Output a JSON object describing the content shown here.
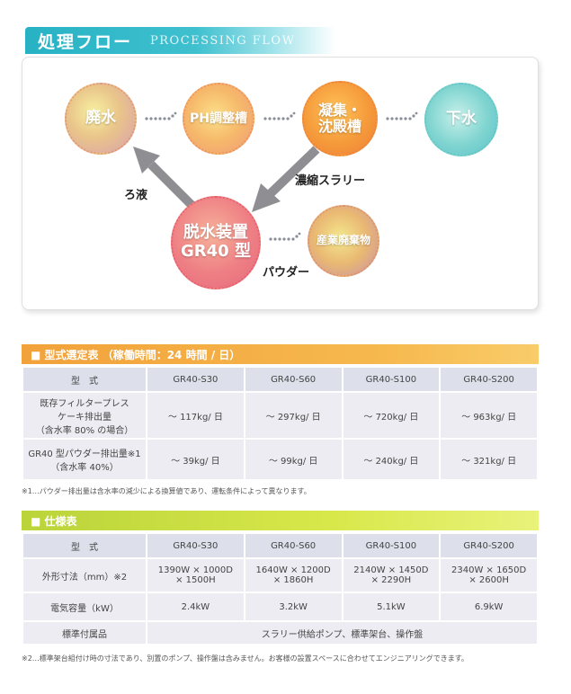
{
  "flow": {
    "title_jp": "処理フロー",
    "title_en": "PROCESSING FLOW",
    "nodes": {
      "haisui": "廃水",
      "ph": "PH調整槽",
      "gyoshu_line1": "凝集・",
      "gyoshu_line2": "沈殿槽",
      "gesui": "下水",
      "dassui_line1": "脱水装置",
      "dassui_line2": "GR40 型",
      "sangyo": "産業廃棄物"
    },
    "labels": {
      "roeki": "ろ液",
      "slurry": "濃縮スラリー",
      "powder": "パウダー"
    }
  },
  "model_table": {
    "title": "■ 型式選定表 （稼働時間：24 時間 / 日）",
    "header_label": "型　式",
    "models": [
      "GR40-S30",
      "GR40-S60",
      "GR40-S100",
      "GR40-S200"
    ],
    "row1_label_1": "既存フィルタープレス",
    "row1_label_2": "ケーキ排出量",
    "row1_label_3": "（含水率 80% の場合）",
    "row1_values": [
      "～ 117kg/ 日",
      "～ 297kg/ 日",
      "～ 720kg/ 日",
      "～ 963kg/ 日"
    ],
    "row2_label_1": "GR40 型パウダー排出量※1",
    "row2_label_2": "（含水率 40%）",
    "row2_values": [
      "～ 39kg/ 日",
      "～ 99kg/ 日",
      "～ 240kg/ 日",
      "～ 321kg/ 日"
    ],
    "note": "※1…パウダー排出量は含水率の減少による換算値であり、運転条件によって異なります。"
  },
  "spec_table": {
    "title": "■ 仕様表",
    "header_label": "型　式",
    "models": [
      "GR40-S30",
      "GR40-S60",
      "GR40-S100",
      "GR40-S200"
    ],
    "dim_label": "外形寸法（mm）※2",
    "dims_line1": [
      "1390W × 1000D",
      "1640W × 1200D",
      "2140W × 1450D",
      "2340W × 1650D"
    ],
    "dims_line2": [
      "× 1500H",
      "× 1860H",
      "× 2290H",
      "× 2600H"
    ],
    "power_label": "電気容量（kW）",
    "power": [
      "2.4kW",
      "3.2kW",
      "5.1kW",
      "6.9kW"
    ],
    "accessory_label": "標準付属品",
    "accessory_value": "スラリー供給ポンプ、標準架台、操作盤",
    "note": "※2…標準架台組付け時の寸法であり、別置のポンプ、操作盤は含みません。お客様の設置スペースに合わせてエンジニアリングできます。"
  }
}
